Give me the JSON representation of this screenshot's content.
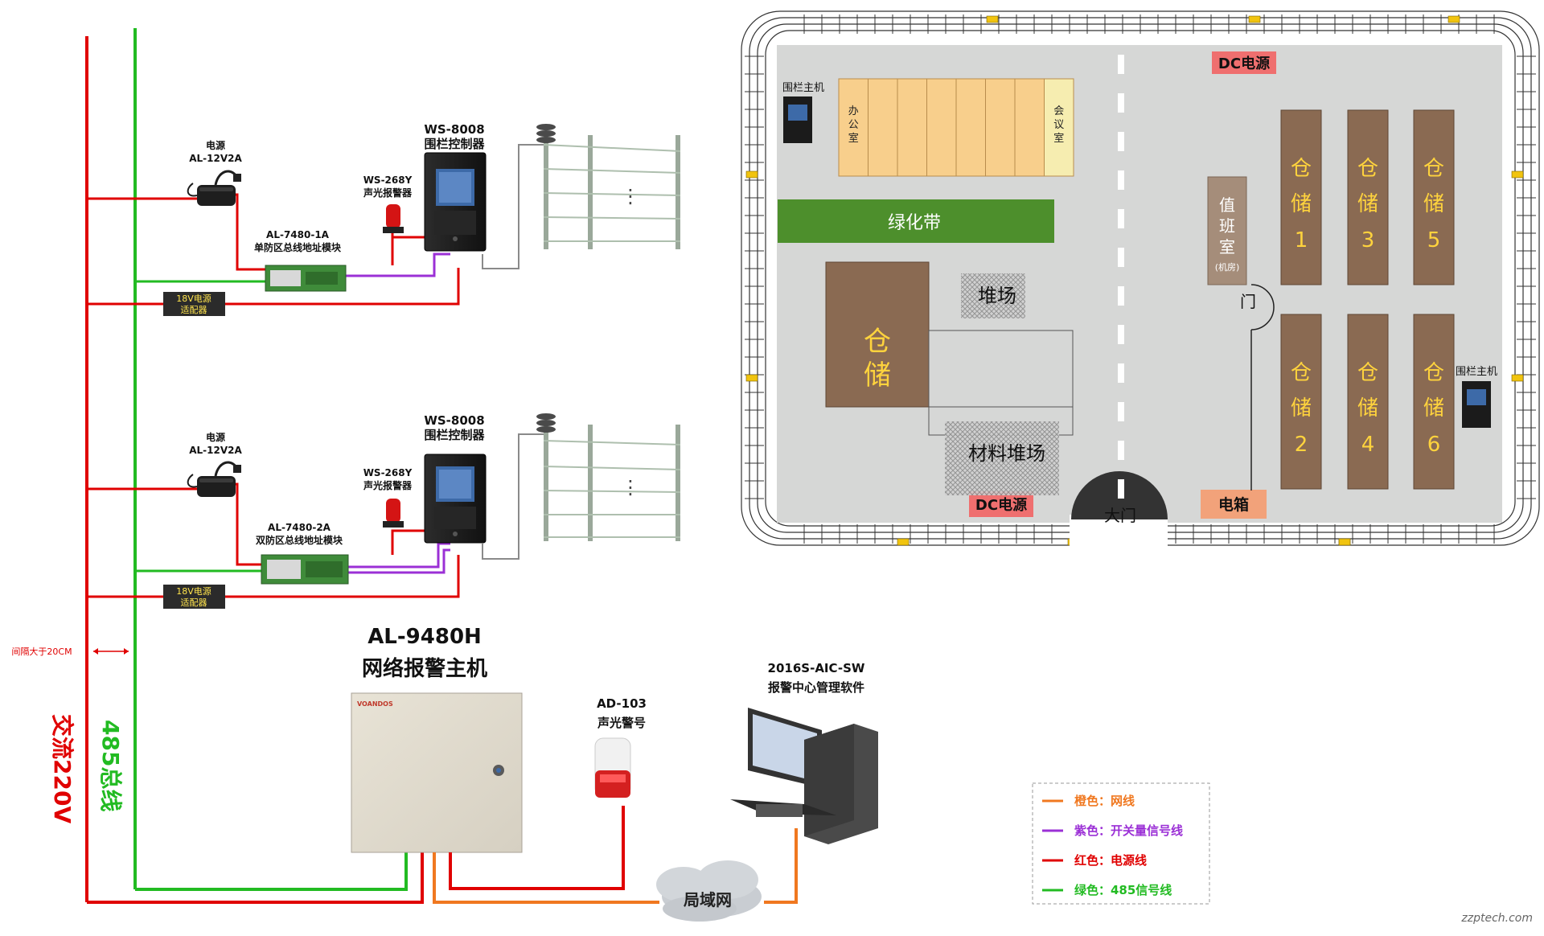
{
  "wiring": {
    "power_module": "电源",
    "power_model": "AL-12V2A",
    "controller_model": "WS-8008",
    "controller_name": "围栏控制器",
    "siren_model": "WS-268Y",
    "siren_name": "声光报警器",
    "module1_model": "AL-7480-1A",
    "module1_name": "单防区总线地址模块",
    "module2_model": "AL-7480-2A",
    "module2_name": "双防区总线地址模块",
    "adapter_line1": "18V电源",
    "adapter_line2": "适配器",
    "dots": "⋮",
    "spacing_note": "间隔大于20CM",
    "ac_line": "交流220V",
    "bus_line": "485总线",
    "host_model": "AL-9480H",
    "host_name": "网络报警主机",
    "box_brand": "VOANDOS",
    "alarm_model": "AD-103",
    "alarm_name": "声光警号",
    "software_model": "2016S-AIC-SW",
    "software_name": "报警中心管理软件",
    "lan": "局域网"
  },
  "legend": {
    "items": [
      {
        "text": "橙色：网线",
        "color": "#f07820"
      },
      {
        "text": "紫色：开关量信号线",
        "color": "#9b30d6"
      },
      {
        "text": "红色：电源线",
        "color": "#e00000"
      },
      {
        "text": "绿色：485信号线",
        "color": "#22bb22"
      }
    ]
  },
  "plan": {
    "dc_power": "DC电源",
    "fence_host": "围栏主机",
    "office": [
      "办",
      "公",
      "室"
    ],
    "meeting": [
      "会",
      "议",
      "室"
    ],
    "green_belt": "绿化带",
    "yard": "堆场",
    "material_yard": "材料堆场",
    "storage_big": [
      "仓",
      "储"
    ],
    "duty_room": [
      "值",
      "班",
      "室"
    ],
    "duty_room_sub": "(机房)",
    "door": "门",
    "gate": "大门",
    "elec_box": "电箱",
    "warehouses": [
      {
        "chars": [
          "仓",
          "储"
        ],
        "num": "1"
      },
      {
        "chars": [
          "仓",
          "储"
        ],
        "num": "3"
      },
      {
        "chars": [
          "仓",
          "储"
        ],
        "num": "5"
      },
      {
        "chars": [
          "仓",
          "储"
        ],
        "num": "2"
      },
      {
        "chars": [
          "仓",
          "储"
        ],
        "num": "4"
      },
      {
        "chars": [
          "仓",
          "储"
        ],
        "num": "6"
      }
    ]
  },
  "watermark": "zzptech.com",
  "colors": {
    "red": "#e00000",
    "green": "#22bb22",
    "purple": "#9b30d6",
    "orange": "#f07820",
    "storage": "#8a6a52",
    "office": "#f8cf8c",
    "grass": "#4d8f2c",
    "dc_red": "#ef6f6f",
    "box_orange": "#f2a27a"
  }
}
